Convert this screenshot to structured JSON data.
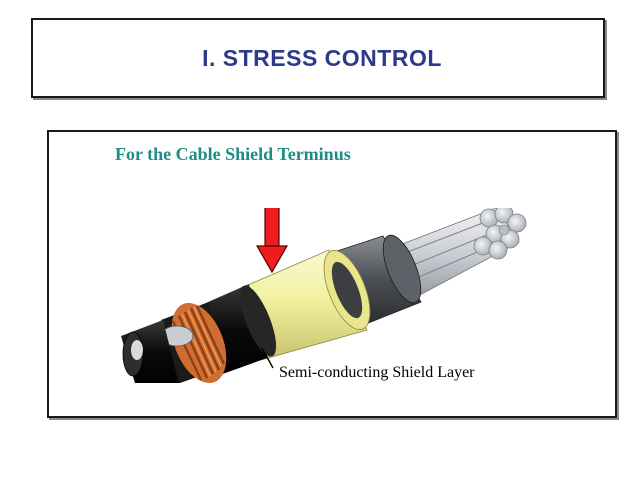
{
  "slide": {
    "title": "I.  STRESS CONTROL",
    "subtitle": "For the Cable Shield Terminus",
    "caption": "Semi-conducting Shield Layer"
  },
  "colors": {
    "title": "#2c3a8c",
    "subtitle": "#1e8c86",
    "arrow": "#ee1c1c",
    "stress_cone": "#f2f0a0",
    "copper_tape": "#d9773a",
    "conductor": "#c9ccd2"
  },
  "icons": {
    "arrow": "down-arrow-icon"
  }
}
